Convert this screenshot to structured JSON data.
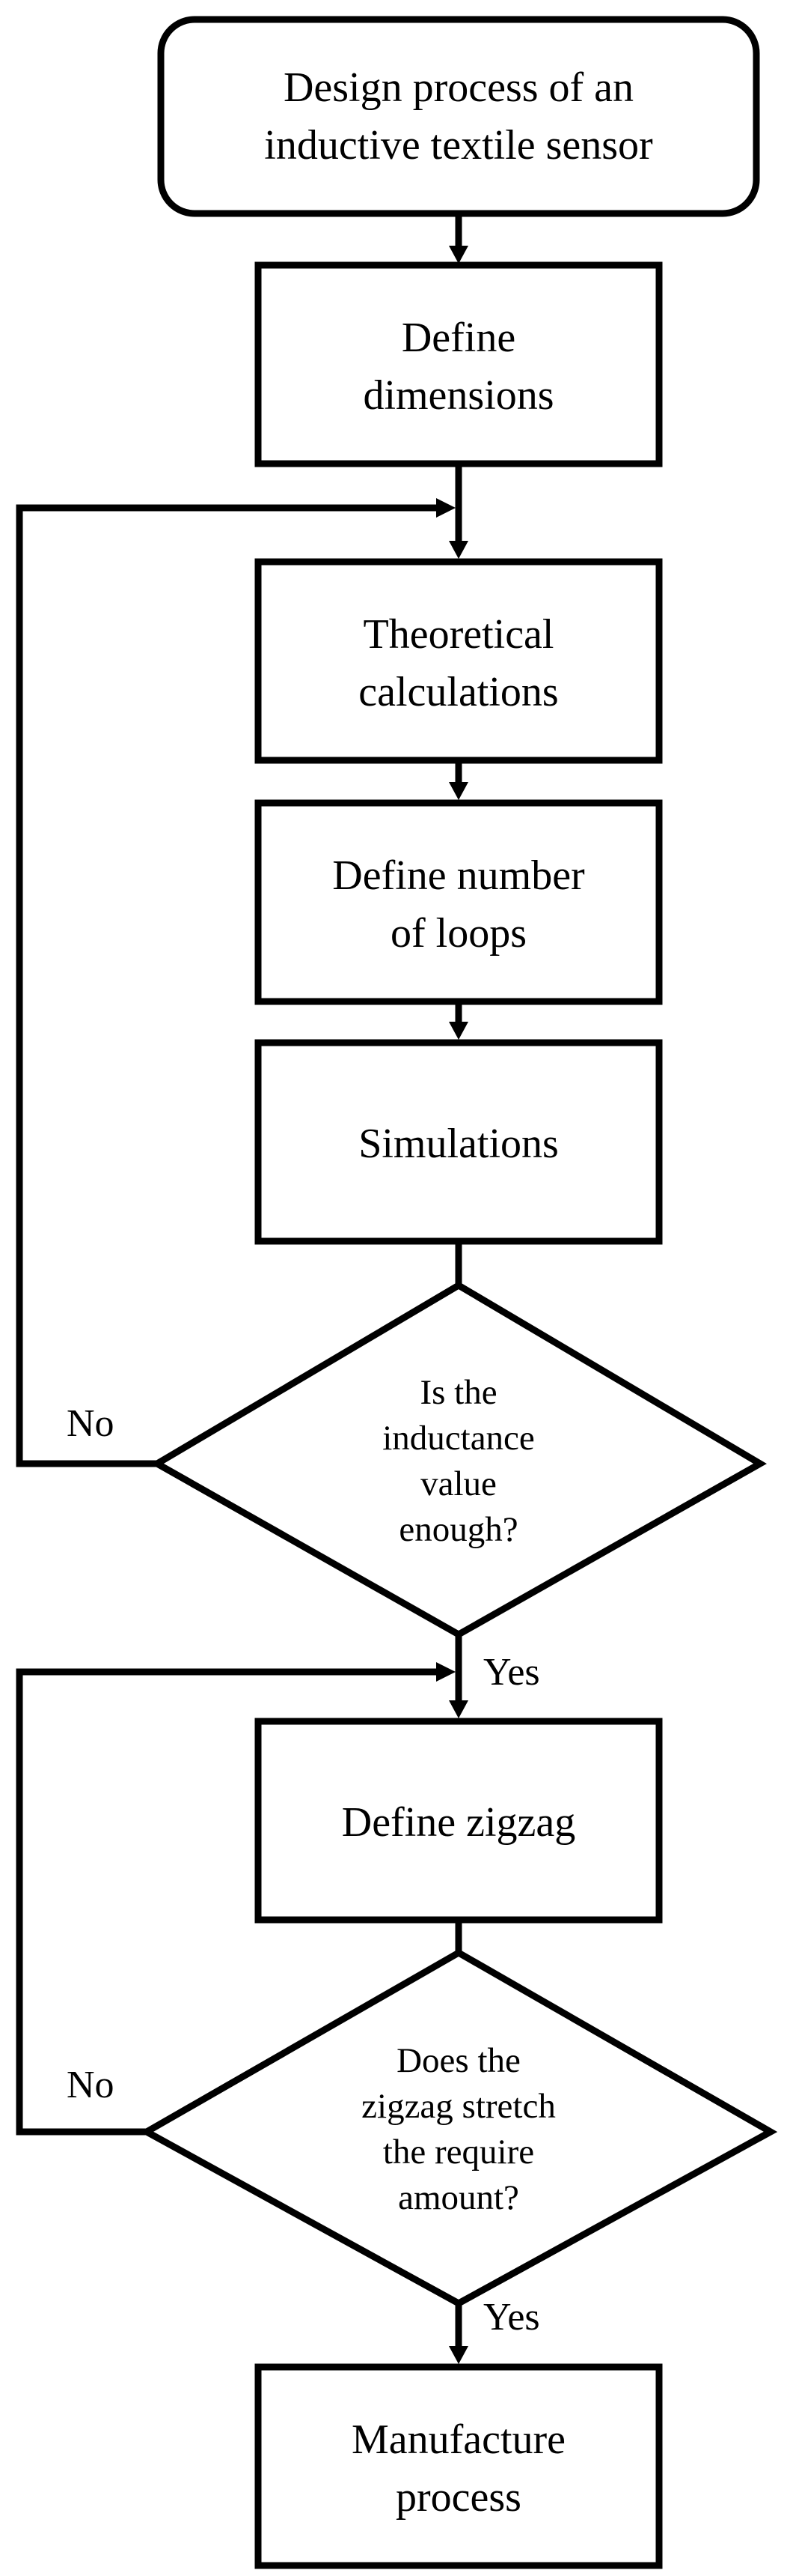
{
  "nodes": {
    "start": {
      "line1": "Design process of an",
      "line2": "inductive textile sensor"
    },
    "define_dimensions": {
      "line1": "Define",
      "line2": "dimensions"
    },
    "theoretical_calculations": {
      "line1": "Theoretical",
      "line2": "calculations"
    },
    "define_loops": {
      "line1": "Define number",
      "line2": "of loops"
    },
    "simulations": {
      "line1": "Simulations"
    },
    "inductance_decision": {
      "line1": "Is the",
      "line2": "inductance",
      "line3": "value",
      "line4": "enough?"
    },
    "define_zigzag": {
      "line1": "Define zigzag"
    },
    "zigzag_decision": {
      "line1": "Does the",
      "line2": "zigzag stretch",
      "line3": "the require",
      "line4": "amount?"
    },
    "manufacture": {
      "line1": "Manufacture",
      "line2": "process"
    }
  },
  "branch_labels": {
    "inductance_no": "No",
    "inductance_yes": "Yes",
    "zigzag_no": "No",
    "zigzag_yes": "Yes"
  }
}
